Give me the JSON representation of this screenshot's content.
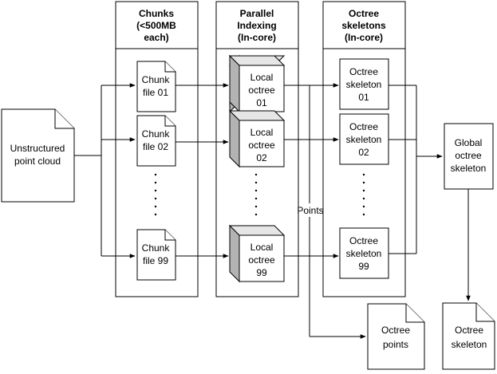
{
  "columns": {
    "chunks": {
      "title_l1": "Chunks",
      "title_l2": "(<500MB",
      "title_l3": "each)"
    },
    "indexing": {
      "title_l1": "Parallel",
      "title_l2": "Indexing",
      "title_l3": "(In-core)"
    },
    "skeletons": {
      "title_l1": "Octree",
      "title_l2": "skeletons",
      "title_l3": "(In-core)"
    }
  },
  "input": {
    "l1": "Unstructured",
    "l2": "point cloud"
  },
  "chunks": [
    {
      "l1": "Chunk",
      "l2": "file 01"
    },
    {
      "l1": "Chunk",
      "l2": "file 02"
    },
    {
      "l1": "Chunk",
      "l2": "file 99"
    }
  ],
  "octrees": [
    {
      "l1": "Local",
      "l2": "octree",
      "l3": "01"
    },
    {
      "l1": "Local",
      "l2": "octree",
      "l3": "02"
    },
    {
      "l1": "Local",
      "l2": "octree",
      "l3": "99"
    }
  ],
  "skeletons": [
    {
      "l1": "Octree",
      "l2": "skeleton",
      "l3": "01"
    },
    {
      "l1": "Octree",
      "l2": "skeleton",
      "l3": "02"
    },
    {
      "l1": "Octree",
      "l2": "skeleton",
      "l3": "99"
    }
  ],
  "global": {
    "l1": "Global",
    "l2": "octree",
    "l3": "skeleton"
  },
  "points_label": "Points",
  "outputs": {
    "points": {
      "l1": "Octree",
      "l2": "points"
    },
    "skeleton": {
      "l1": "Octree",
      "l2": "skeleton"
    }
  }
}
